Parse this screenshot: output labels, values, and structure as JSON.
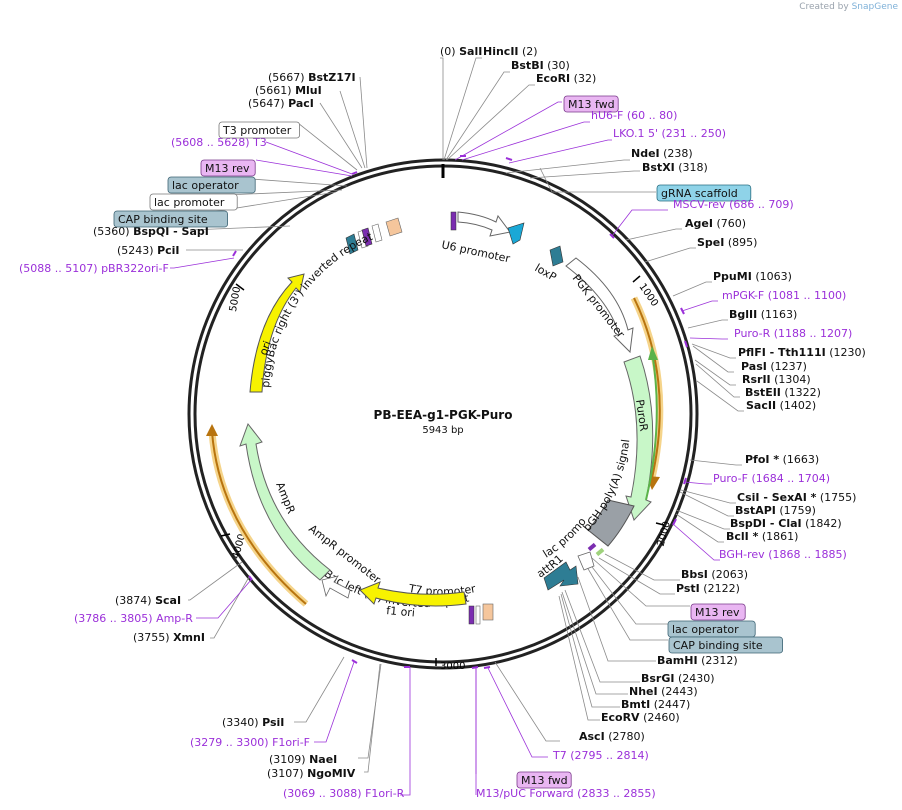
{
  "watermark": {
    "prefix": "Created by",
    "brand": "SnapGene"
  },
  "plasmid": {
    "name": "PB-EEA-g1-PGK-Puro",
    "length_label": "5943 bp",
    "length": 5943
  },
  "ticks": [
    "1000",
    "2000",
    "3000",
    "4000",
    "5000"
  ],
  "colors": {
    "enzyme_line": "#8a8a8a",
    "primer": "#9b30d9",
    "primer_fill": "#e9b6f2",
    "feature_blue": "#8fd3e8",
    "feature_steel": "#a9c4cf",
    "feature_white": "#ffffff",
    "promoter_green": "#c8f7c8",
    "ori_yellow": "#f7f200",
    "puro_green": "#5bb34a",
    "arrow_orange": "#e8a23a",
    "teal": "#2e7d94"
  },
  "labels": [
    {
      "id": "sali",
      "type": "enzyme",
      "pos": "(0)",
      "name": "SalI",
      "order": "pos-first"
    },
    {
      "id": "hincii",
      "type": "enzyme",
      "pos": "(2)",
      "name": "HincII",
      "order": "name-first"
    },
    {
      "id": "bstbi",
      "type": "enzyme",
      "pos": "(30)",
      "name": "BstBI",
      "order": "name-first"
    },
    {
      "id": "ecori",
      "type": "enzyme",
      "pos": "(32)",
      "name": "EcoRI",
      "order": "name-first"
    },
    {
      "id": "m13fwd-top",
      "type": "primer-box",
      "text": "M13 fwd"
    },
    {
      "id": "hu6f",
      "type": "primer",
      "pos": "(60 .. 80)",
      "name": "hU6-F",
      "order": "name-first"
    },
    {
      "id": "lko15",
      "type": "primer",
      "pos": "(231 .. 250)",
      "name": "LKO.1 5'",
      "order": "name-first"
    },
    {
      "id": "ndei",
      "type": "enzyme",
      "pos": "(238)",
      "name": "NdeI",
      "order": "name-first"
    },
    {
      "id": "bstxi",
      "type": "enzyme",
      "pos": "(318)",
      "name": "BstXI",
      "order": "name-first"
    },
    {
      "id": "grna",
      "type": "feature-box",
      "text": "gRNA scaffold",
      "style": "blue"
    },
    {
      "id": "mscvrev",
      "type": "primer",
      "pos": "(686 .. 709)",
      "name": "MSCV-rev",
      "order": "name-first"
    },
    {
      "id": "agei",
      "type": "enzyme",
      "pos": "(760)",
      "name": "AgeI",
      "order": "name-first"
    },
    {
      "id": "spei",
      "type": "enzyme",
      "pos": "(895)",
      "name": "SpeI",
      "order": "name-first"
    },
    {
      "id": "ppumi",
      "type": "enzyme",
      "pos": "(1063)",
      "name": "PpuMI",
      "order": "name-first"
    },
    {
      "id": "mpgkf",
      "type": "primer",
      "pos": "(1081 .. 1100)",
      "name": "mPGK-F",
      "order": "name-first"
    },
    {
      "id": "bglii",
      "type": "enzyme",
      "pos": "(1163)",
      "name": "BglII",
      "order": "name-first"
    },
    {
      "id": "puror-p",
      "type": "primer",
      "pos": "(1188 .. 1207)",
      "name": "Puro-R",
      "order": "name-first"
    },
    {
      "id": "pfifi",
      "type": "enzyme",
      "pos": "(1230)",
      "name": "PflFI - Tth111I",
      "order": "name-first"
    },
    {
      "id": "pasi",
      "type": "enzyme",
      "pos": "(1237)",
      "name": "PasI",
      "order": "name-first"
    },
    {
      "id": "rsrii",
      "type": "enzyme",
      "pos": "(1304)",
      "name": "RsrII",
      "order": "name-first"
    },
    {
      "id": "bsteii",
      "type": "enzyme",
      "pos": "(1322)",
      "name": "BstEII",
      "order": "name-first"
    },
    {
      "id": "sacii",
      "type": "enzyme",
      "pos": "(1402)",
      "name": "SacII",
      "order": "name-first"
    },
    {
      "id": "pfoi",
      "type": "enzyme",
      "pos": "(1663)",
      "name": "PfoI *",
      "order": "name-first"
    },
    {
      "id": "purof",
      "type": "primer",
      "pos": "(1684 .. 1704)",
      "name": "Puro-F",
      "order": "name-first"
    },
    {
      "id": "csii",
      "type": "enzyme",
      "pos": "(1755)",
      "name": "CsiI - SexAI *",
      "order": "name-first"
    },
    {
      "id": "bstapi",
      "type": "enzyme",
      "pos": "(1759)",
      "name": "BstAPI",
      "order": "name-first"
    },
    {
      "id": "bspdi",
      "type": "enzyme",
      "pos": "(1842)",
      "name": "BspDI - ClaI",
      "order": "name-first"
    },
    {
      "id": "bcli",
      "type": "enzyme",
      "pos": "(1861)",
      "name": "BclI *",
      "order": "name-first"
    },
    {
      "id": "bghrev",
      "type": "primer",
      "pos": "(1868 .. 1885)",
      "name": "BGH-rev",
      "order": "name-first"
    },
    {
      "id": "bbsi",
      "type": "enzyme",
      "pos": "(2063)",
      "name": "BbsI",
      "order": "name-first"
    },
    {
      "id": "psti",
      "type": "enzyme",
      "pos": "(2122)",
      "name": "PstI",
      "order": "name-first"
    },
    {
      "id": "m13rev-r",
      "type": "primer-box",
      "text": "M13 rev"
    },
    {
      "id": "lacop-r",
      "type": "feature-box",
      "text": "lac operator",
      "style": "steel"
    },
    {
      "id": "cap-r",
      "type": "feature-box",
      "text": "CAP binding site",
      "style": "steel"
    },
    {
      "id": "bamhi",
      "type": "enzyme",
      "pos": "(2312)",
      "name": "BamHI",
      "order": "name-first"
    },
    {
      "id": "bsrgi",
      "type": "enzyme",
      "pos": "(2430)",
      "name": "BsrGI",
      "order": "name-first"
    },
    {
      "id": "nhei",
      "type": "enzyme",
      "pos": "(2443)",
      "name": "NheI",
      "order": "name-first"
    },
    {
      "id": "bmti",
      "type": "enzyme",
      "pos": "(2447)",
      "name": "BmtI",
      "order": "name-first"
    },
    {
      "id": "ecorv",
      "type": "enzyme",
      "pos": "(2460)",
      "name": "EcoRV",
      "order": "name-first"
    },
    {
      "id": "asci",
      "type": "enzyme",
      "pos": "(2780)",
      "name": "AscI",
      "order": "name-first"
    },
    {
      "id": "t7",
      "type": "primer",
      "pos": "(2795 .. 2814)",
      "name": "T7",
      "order": "name-first"
    },
    {
      "id": "m13fwd-b",
      "type": "primer-box",
      "text": "M13 fwd"
    },
    {
      "id": "m13puc",
      "type": "primer",
      "pos": "(2833 .. 2855)",
      "name": "M13/pUC Forward",
      "order": "name-first"
    },
    {
      "id": "f1orir",
      "type": "primer",
      "pos": "(3069 .. 3088)",
      "name": "F1ori-R",
      "order": "pos-first"
    },
    {
      "id": "ngomiv",
      "type": "enzyme",
      "pos": "(3107)",
      "name": "NgoMIV",
      "order": "pos-first"
    },
    {
      "id": "naei",
      "type": "enzyme",
      "pos": "(3109)",
      "name": "NaeI",
      "order": "pos-first"
    },
    {
      "id": "f1orif",
      "type": "primer",
      "pos": "(3279 .. 3300)",
      "name": "F1ori-F",
      "order": "pos-first"
    },
    {
      "id": "psii",
      "type": "enzyme",
      "pos": "(3340)",
      "name": "PsiI",
      "order": "pos-first"
    },
    {
      "id": "xmni",
      "type": "enzyme",
      "pos": "(3755)",
      "name": "XmnI",
      "order": "pos-first"
    },
    {
      "id": "ampr-p",
      "type": "primer",
      "pos": "(3786 .. 3805)",
      "name": "Amp-R",
      "order": "pos-first"
    },
    {
      "id": "scai",
      "type": "enzyme",
      "pos": "(3874)",
      "name": "ScaI",
      "order": "pos-first"
    },
    {
      "id": "pbr322",
      "type": "primer",
      "pos": "(5088 .. 5107)",
      "name": "pBR322ori-F",
      "order": "pos-first"
    },
    {
      "id": "pcii",
      "type": "enzyme",
      "pos": "(5243)",
      "name": "PciI",
      "order": "pos-first"
    },
    {
      "id": "bspqi",
      "type": "enzyme",
      "pos": "(5360)",
      "name": "BspQI - SapI",
      "order": "pos-first"
    },
    {
      "id": "cap-l",
      "type": "feature-box",
      "text": "CAP binding site",
      "style": "steel"
    },
    {
      "id": "lacprom-l",
      "type": "feature-box",
      "text": "lac promoter",
      "style": "white"
    },
    {
      "id": "lacop-l",
      "type": "feature-box",
      "text": "lac operator",
      "style": "steel"
    },
    {
      "id": "m13rev-l",
      "type": "primer-box",
      "text": "M13 rev"
    },
    {
      "id": "t3",
      "type": "primer",
      "pos": "(5608 .. 5628)",
      "name": "T3",
      "order": "pos-first"
    },
    {
      "id": "t3prom",
      "type": "feature-box",
      "text": "T3 promoter",
      "style": "white"
    },
    {
      "id": "paci",
      "type": "enzyme",
      "pos": "(5647)",
      "name": "PacI",
      "order": "pos-first"
    },
    {
      "id": "mlui",
      "type": "enzyme",
      "pos": "(5661)",
      "name": "MluI",
      "order": "pos-first"
    },
    {
      "id": "bstz17i",
      "type": "enzyme",
      "pos": "(5667)",
      "name": "BstZ17I",
      "order": "pos-first"
    }
  ],
  "features": [
    {
      "id": "u6",
      "name": "U6 promoter"
    },
    {
      "id": "loxp",
      "name": "loxP"
    },
    {
      "id": "pgk",
      "name": "PGK promoter"
    },
    {
      "id": "puror",
      "name": "PuroR"
    },
    {
      "id": "bgh",
      "name": "bGH poly(A) signal"
    },
    {
      "id": "lacprom-in",
      "name": "lac promoter"
    },
    {
      "id": "attr1",
      "name": "attR1"
    },
    {
      "id": "pbleft",
      "name": "piggyBac left (5') inverted repeat"
    },
    {
      "id": "t7prom",
      "name": "T7 promoter"
    },
    {
      "id": "f1ori",
      "name": "f1 ori"
    },
    {
      "id": "amprom",
      "name": "AmpR promoter"
    },
    {
      "id": "ampr",
      "name": "AmpR"
    },
    {
      "id": "ori",
      "name": "ori"
    },
    {
      "id": "pbright",
      "name": "piggyBac right (3') inverted repeat"
    }
  ]
}
